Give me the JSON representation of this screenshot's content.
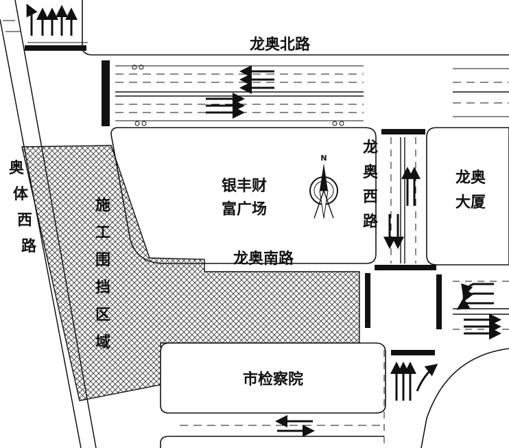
{
  "map": {
    "colors": {
      "background": "#ffffff",
      "line": "#111111",
      "hatch": "#333333"
    },
    "roads": {
      "north": "龙奥北路",
      "south": "龙奥南路",
      "west_v": [
        "龙",
        "奥",
        "西",
        "路"
      ],
      "sports_west_v": [
        "奥",
        "体",
        "西",
        "路"
      ]
    },
    "blocks": {
      "yinfeng": [
        "银丰财",
        "富广场"
      ],
      "longao": [
        "龙奥",
        "大厦"
      ],
      "procuratorate": "市检察院"
    },
    "construction": {
      "chars": [
        "施",
        "工",
        "围",
        "挡",
        "区",
        "域"
      ]
    },
    "compass": {
      "label": "N",
      "icon": "north-arrow-icon"
    }
  }
}
